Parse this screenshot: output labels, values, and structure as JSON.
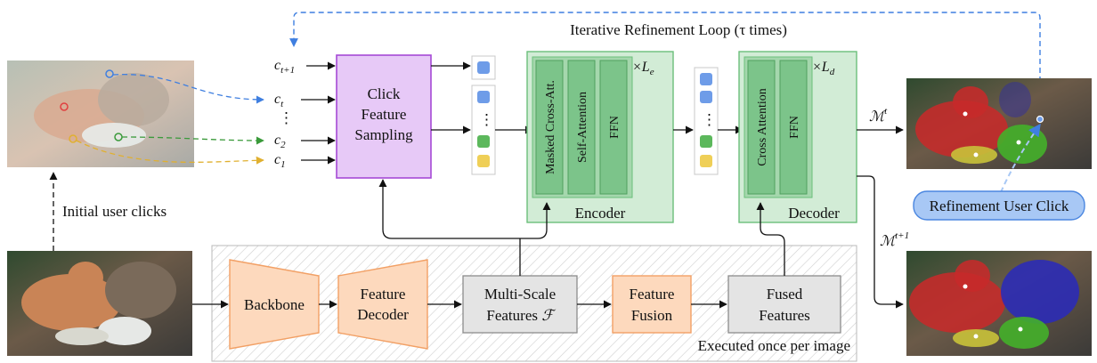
{
  "loop": {
    "label": "Iterative Refinement Loop (τ times)"
  },
  "clicks": {
    "c_t1": "c",
    "c_t1_sub": "t+1",
    "c_t": "c",
    "c_t_sub": "t",
    "dots": "⋮",
    "c_2": "c",
    "c_2_sub": "2",
    "c_1": "c",
    "c_1_sub": "1"
  },
  "initial_clicks_label": "Initial user clicks",
  "click_sampling": {
    "line1": "Click",
    "line2": "Feature",
    "line3": "Sampling"
  },
  "tokens_dots": "⋮",
  "encoder": {
    "repeat": "×L",
    "repeat_sub": "e",
    "masked": "Masked Cross-Att.",
    "self_att": "Self-Attention",
    "ffn": "FFN",
    "label": "Encoder"
  },
  "decoder": {
    "repeat": "×L",
    "repeat_sub": "d",
    "cross_att": "Cross Attention",
    "ffn": "FFN",
    "label": "Decoder"
  },
  "mask_t": {
    "symbol": "ℳ",
    "sup": "t"
  },
  "mask_t1": {
    "symbol": "ℳ",
    "sup": "t+1"
  },
  "refinement_click": "Refinement User Click",
  "backbone": "Backbone",
  "feature_decoder": {
    "line1": "Feature",
    "line2": "Decoder"
  },
  "multiscale": {
    "line1": "Multi-Scale",
    "line2": "Features",
    "symbol": "ℱ"
  },
  "feature_fusion": {
    "line1": "Feature",
    "line2": "Fusion"
  },
  "fused": {
    "line1": "Fused",
    "line2": "Features"
  },
  "once_per_image": "Executed once per image",
  "colors": {
    "purple_fill": "#e7c9f7",
    "purple_stroke": "#a64ad6",
    "green_fill": "#d2ecd6",
    "green_stroke": "#6bbf7b",
    "green_inner": "#a5d7ad",
    "green_layer": "#7cc48a",
    "orange_fill": "#fdd9bd",
    "orange_stroke": "#f2a065",
    "gray_fill": "#e4e4e4",
    "token_blue": "#6e9ce8",
    "token_green": "#5cb85c",
    "token_yellow": "#efcf57",
    "click_red": "#e04040",
    "refine_bg": "#a8c8f5",
    "refine_stroke": "#4a86e0"
  }
}
